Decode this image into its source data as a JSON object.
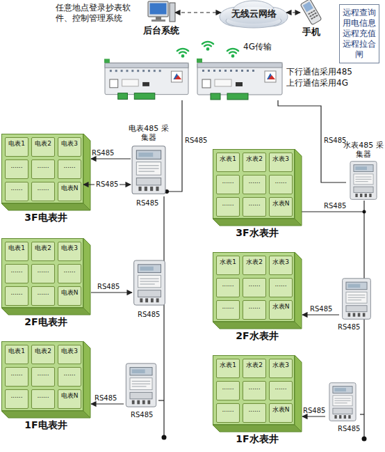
{
  "diagram": {
    "nodes": [
      {
        "text": [
          "后台系统"
        ]
      },
      {
        "text": [
          "无线云网络"
        ]
      },
      {
        "text": [
          "手机"
        ]
      },
      {
        "text": [
          "远程查询 用电信息 远程充值 远程拉合闸"
        ]
      },
      {
        "text": [
          "电表485 采集器"
        ]
      },
      {
        "text": [
          "水表485 采集器"
        ]
      },
      {
        "text": [
          "3F电表井"
        ]
      },
      {
        "text": [
          "电表1"
        ],
        "in": 6
      },
      {
        "text": [
          "电表2"
        ],
        "in": 6
      },
      {
        "text": [
          "电表3"
        ],
        "in": 6
      },
      {
        "text": [
          "......"
        ],
        "in": 6
      },
      {
        "text": [
          "......"
        ],
        "in": 6
      },
      {
        "text": [
          "......"
        ],
        "in": 6
      },
      {
        "text": [
          "......"
        ],
        "in": 6
      },
      {
        "text": [
          "......"
        ],
        "in": 6
      },
      {
        "text": [
          "电表N"
        ],
        "in": 6
      },
      {
        "text": [
          "3F水表井"
        ]
      },
      {
        "text": [
          "水表1"
        ],
        "in": 16
      },
      {
        "text": [
          "水表2"
        ],
        "in": 16
      },
      {
        "text": [
          "水表3"
        ],
        "in": 16
      },
      {
        "text": [
          "......"
        ],
        "in": 16
      },
      {
        "text": [
          "......"
        ],
        "in": 16
      },
      {
        "text": [
          "......"
        ],
        "in": 16
      },
      {
        "text": [
          "......"
        ],
        "in": 16
      },
      {
        "text": [
          "......"
        ],
        "in": 16
      },
      {
        "text": [
          "水表N"
        ],
        "in": 16
      },
      {
        "text": [
          "2F电表井"
        ]
      },
      {
        "text": [
          "电表1"
        ],
        "in": 26
      },
      {
        "text": [
          "电表2"
        ],
        "in": 26
      },
      {
        "text": [
          "电表3"
        ],
        "in": 26
      },
      {
        "text": [
          "......"
        ],
        "in": 26
      },
      {
        "text": [
          "......"
        ],
        "in": 26
      },
      {
        "text": [
          "......"
        ],
        "in": 26
      },
      {
        "text": [
          "......"
        ],
        "in": 26
      },
      {
        "text": [
          "......"
        ],
        "in": 26
      },
      {
        "text": [
          "电表N"
        ],
        "in": 26
      },
      {
        "text": [
          "2F水表井"
        ]
      },
      {
        "text": [
          "水表1"
        ],
        "in": 36
      },
      {
        "text": [
          "水表2"
        ],
        "in": 36
      },
      {
        "text": [
          "水表3"
        ],
        "in": 36
      },
      {
        "text": [
          "......"
        ],
        "in": 36
      },
      {
        "text": [
          "......"
        ],
        "in": 36
      },
      {
        "text": [
          "......"
        ],
        "in": 36
      },
      {
        "text": [
          "......"
        ],
        "in": 36
      },
      {
        "text": [
          "......"
        ],
        "in": 36
      },
      {
        "text": [
          "水表N"
        ],
        "in": 36
      },
      {
        "text": [
          "1F电表井"
        ]
      },
      {
        "text": [
          "电表1"
        ],
        "in": 46
      },
      {
        "text": [
          "电表2"
        ],
        "in": 46
      },
      {
        "text": [
          "电表3"
        ],
        "in": 46
      },
      {
        "text": [
          "......"
        ],
        "in": 46
      },
      {
        "text": [
          "......"
        ],
        "in": 46
      },
      {
        "text": [
          "......"
        ],
        "in": 46
      },
      {
        "text": [
          "......"
        ],
        "in": 46
      },
      {
        "text": [
          "......"
        ],
        "in": 46
      },
      {
        "text": [
          "电表N"
        ],
        "in": 46
      },
      {
        "text": [
          "1F水表井"
        ]
      },
      {
        "text": [
          "水表1"
        ],
        "in": 56
      },
      {
        "text": [
          "水表2"
        ],
        "in": 56
      },
      {
        "text": [
          "水表3"
        ],
        "in": 56
      },
      {
        "text": [
          "......"
        ],
        "in": 56
      },
      {
        "text": [
          "......"
        ],
        "in": 56
      },
      {
        "text": [
          "......"
        ],
        "in": 56
      },
      {
        "text": [
          "......"
        ],
        "in": 56
      },
      {
        "text": [
          "......"
        ],
        "in": 56
      },
      {
        "text": [
          "水表N"
        ],
        "in": 56
      }
    ],
    "edges": [
      {
        "from": 0,
        "to": 1,
        "arrow": "both"
      },
      {
        "from": 1,
        "to": 2,
        "arrow": "both"
      },
      {
        "from": 6,
        "to": 4,
        "label": "RS485",
        "arrow": "both"
      }
    ],
    "labels": [
      "任意地点登录抄表软件、控制管理系统",
      "4G传输",
      "下行通信采用485",
      "上行通信采用4G",
      "RS485",
      "RS485",
      "RS485",
      "RS485",
      "RS485",
      "RS485",
      "RS485",
      "RS485",
      "RS485",
      "RS485",
      "RS485",
      "RS485",
      "RS485"
    ]
  }
}
